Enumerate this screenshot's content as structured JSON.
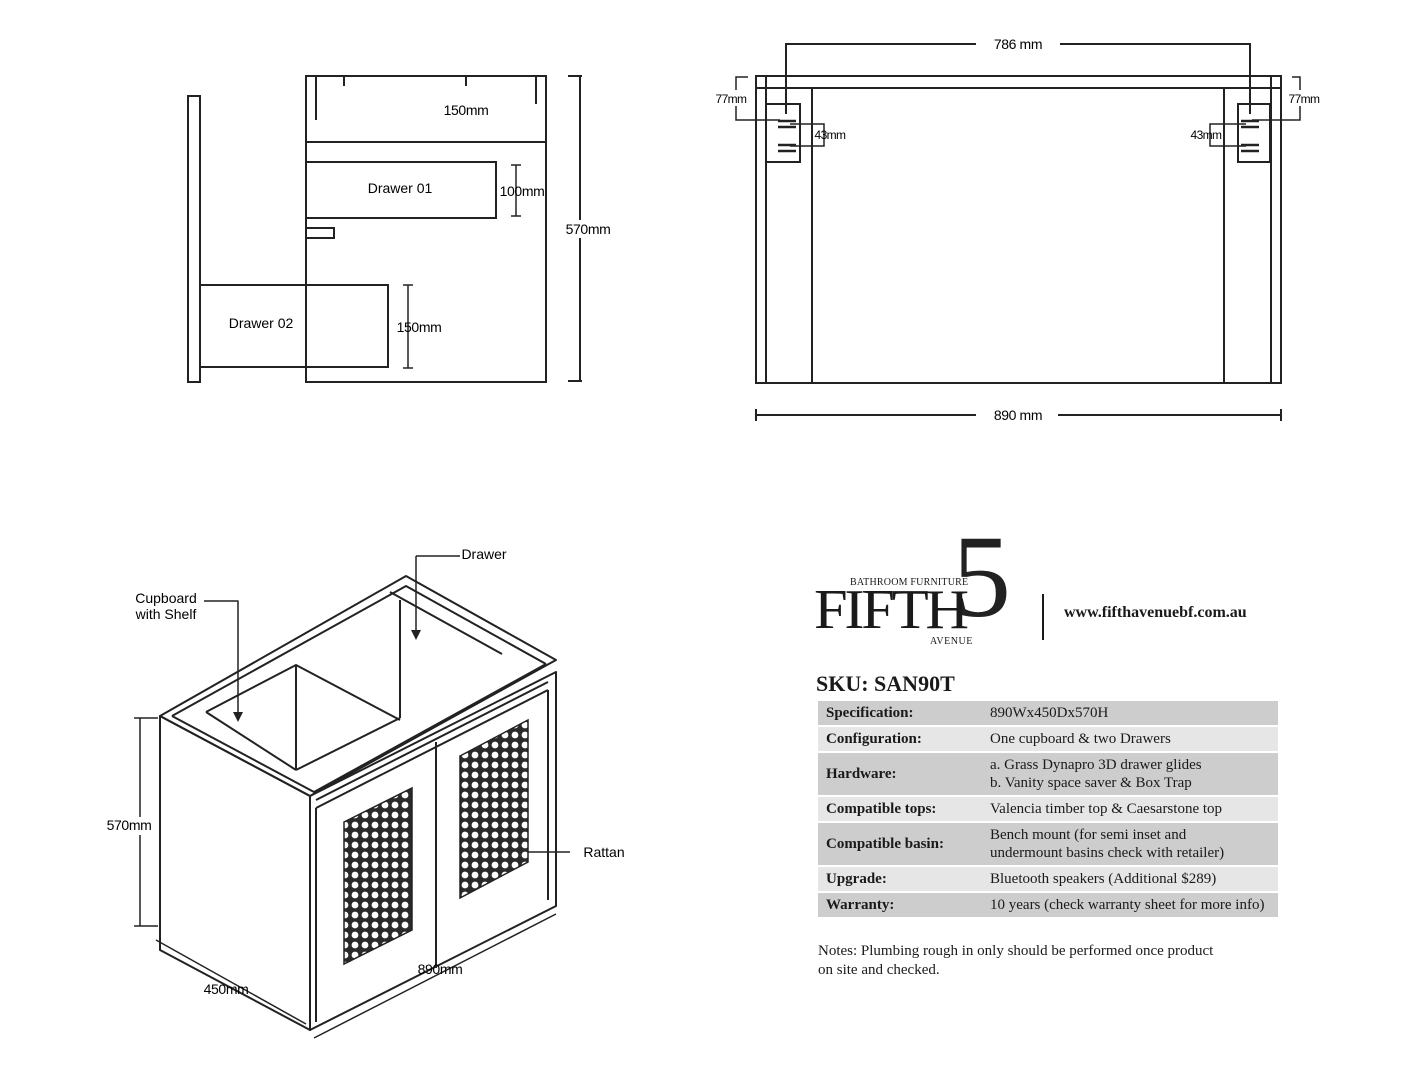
{
  "side_view": {
    "dim_top": "150mm",
    "drawer_01_label": "Drawer 01",
    "dim_drawer_01": "100mm",
    "drawer_02_label": "Drawer 02",
    "dim_drawer_02": "150mm",
    "dim_height": "570mm"
  },
  "plan_view": {
    "dim_top": "786 mm",
    "dim_left_77": "77mm",
    "dim_right_77": "77mm",
    "dim_left_43": "43mm",
    "dim_right_43": "43mm",
    "dim_width": "890 mm"
  },
  "iso_view": {
    "drawer_label": "Drawer",
    "cupboard_label": "Cupboard\nwith Shelf",
    "rattan_label": "Rattan",
    "dim_height": "570mm",
    "dim_width": "890mm",
    "dim_depth": "450mm"
  },
  "brand": {
    "small_text": "BATHROOM FURNITURE",
    "main_text": "FIFTH",
    "sub_text": "AVENUE",
    "numeral": "5",
    "url": "www.fifthavenuebf.com.au"
  },
  "sku": "SKU: SAN90T",
  "spec_rows": [
    {
      "label": "Specification:",
      "value": "890Wx450Dx570H"
    },
    {
      "label": "Configuration:",
      "value": "One cupboard & two Drawers"
    },
    {
      "label": "Hardware:",
      "value": "a. Grass Dynapro 3D drawer glides\nb. Vanity space saver & Box Trap"
    },
    {
      "label": "Compatible tops:",
      "value": "Valencia timber top & Caesarstone top"
    },
    {
      "label": "Compatible basin:",
      "value": "Bench mount (for semi inset and\nundermount basins check with retailer)"
    },
    {
      "label": "Upgrade:",
      "value": "Bluetooth speakers (Additional $289)"
    },
    {
      "label": "Warranty:",
      "value": "10 years (check warranty sheet for more info)"
    }
  ],
  "notes": "Notes: Plumbing rough in only should be performed once product\n on site and checked."
}
